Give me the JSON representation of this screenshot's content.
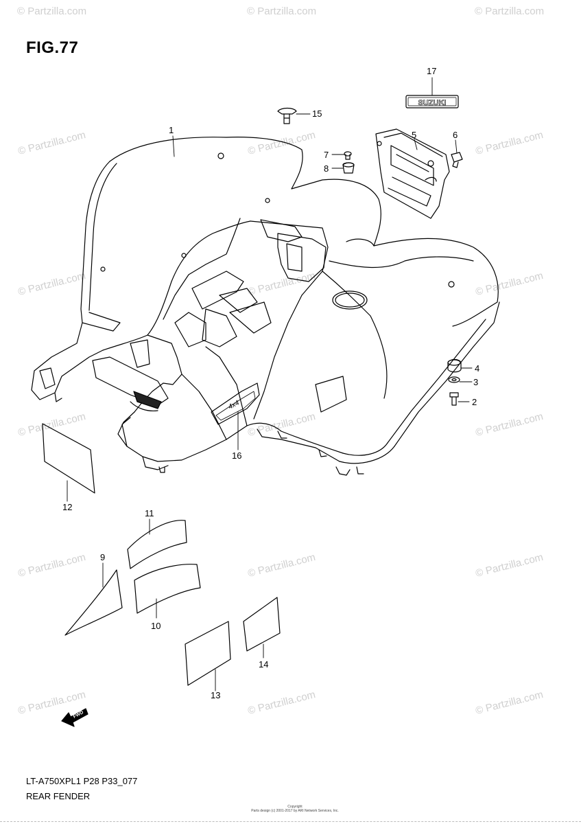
{
  "figure_label": "FIG.77",
  "watermark_text": "© Partzilla.com",
  "model_code": "LT-A750XPL1 P28 P33_077",
  "diagram_title": "REAR FENDER",
  "copyright": [
    "Copyright",
    "Parts design (c) 2001-2017 by ARI Network Services, Inc."
  ],
  "brand_label": "SUZUKI",
  "decal_4x4_text": "4x4",
  "fwd_label": "FWD",
  "callouts": [
    "1",
    "2",
    "3",
    "4",
    "5",
    "6",
    "7",
    "8",
    "9",
    "10",
    "11",
    "12",
    "13",
    "14",
    "15",
    "16",
    "17"
  ]
}
